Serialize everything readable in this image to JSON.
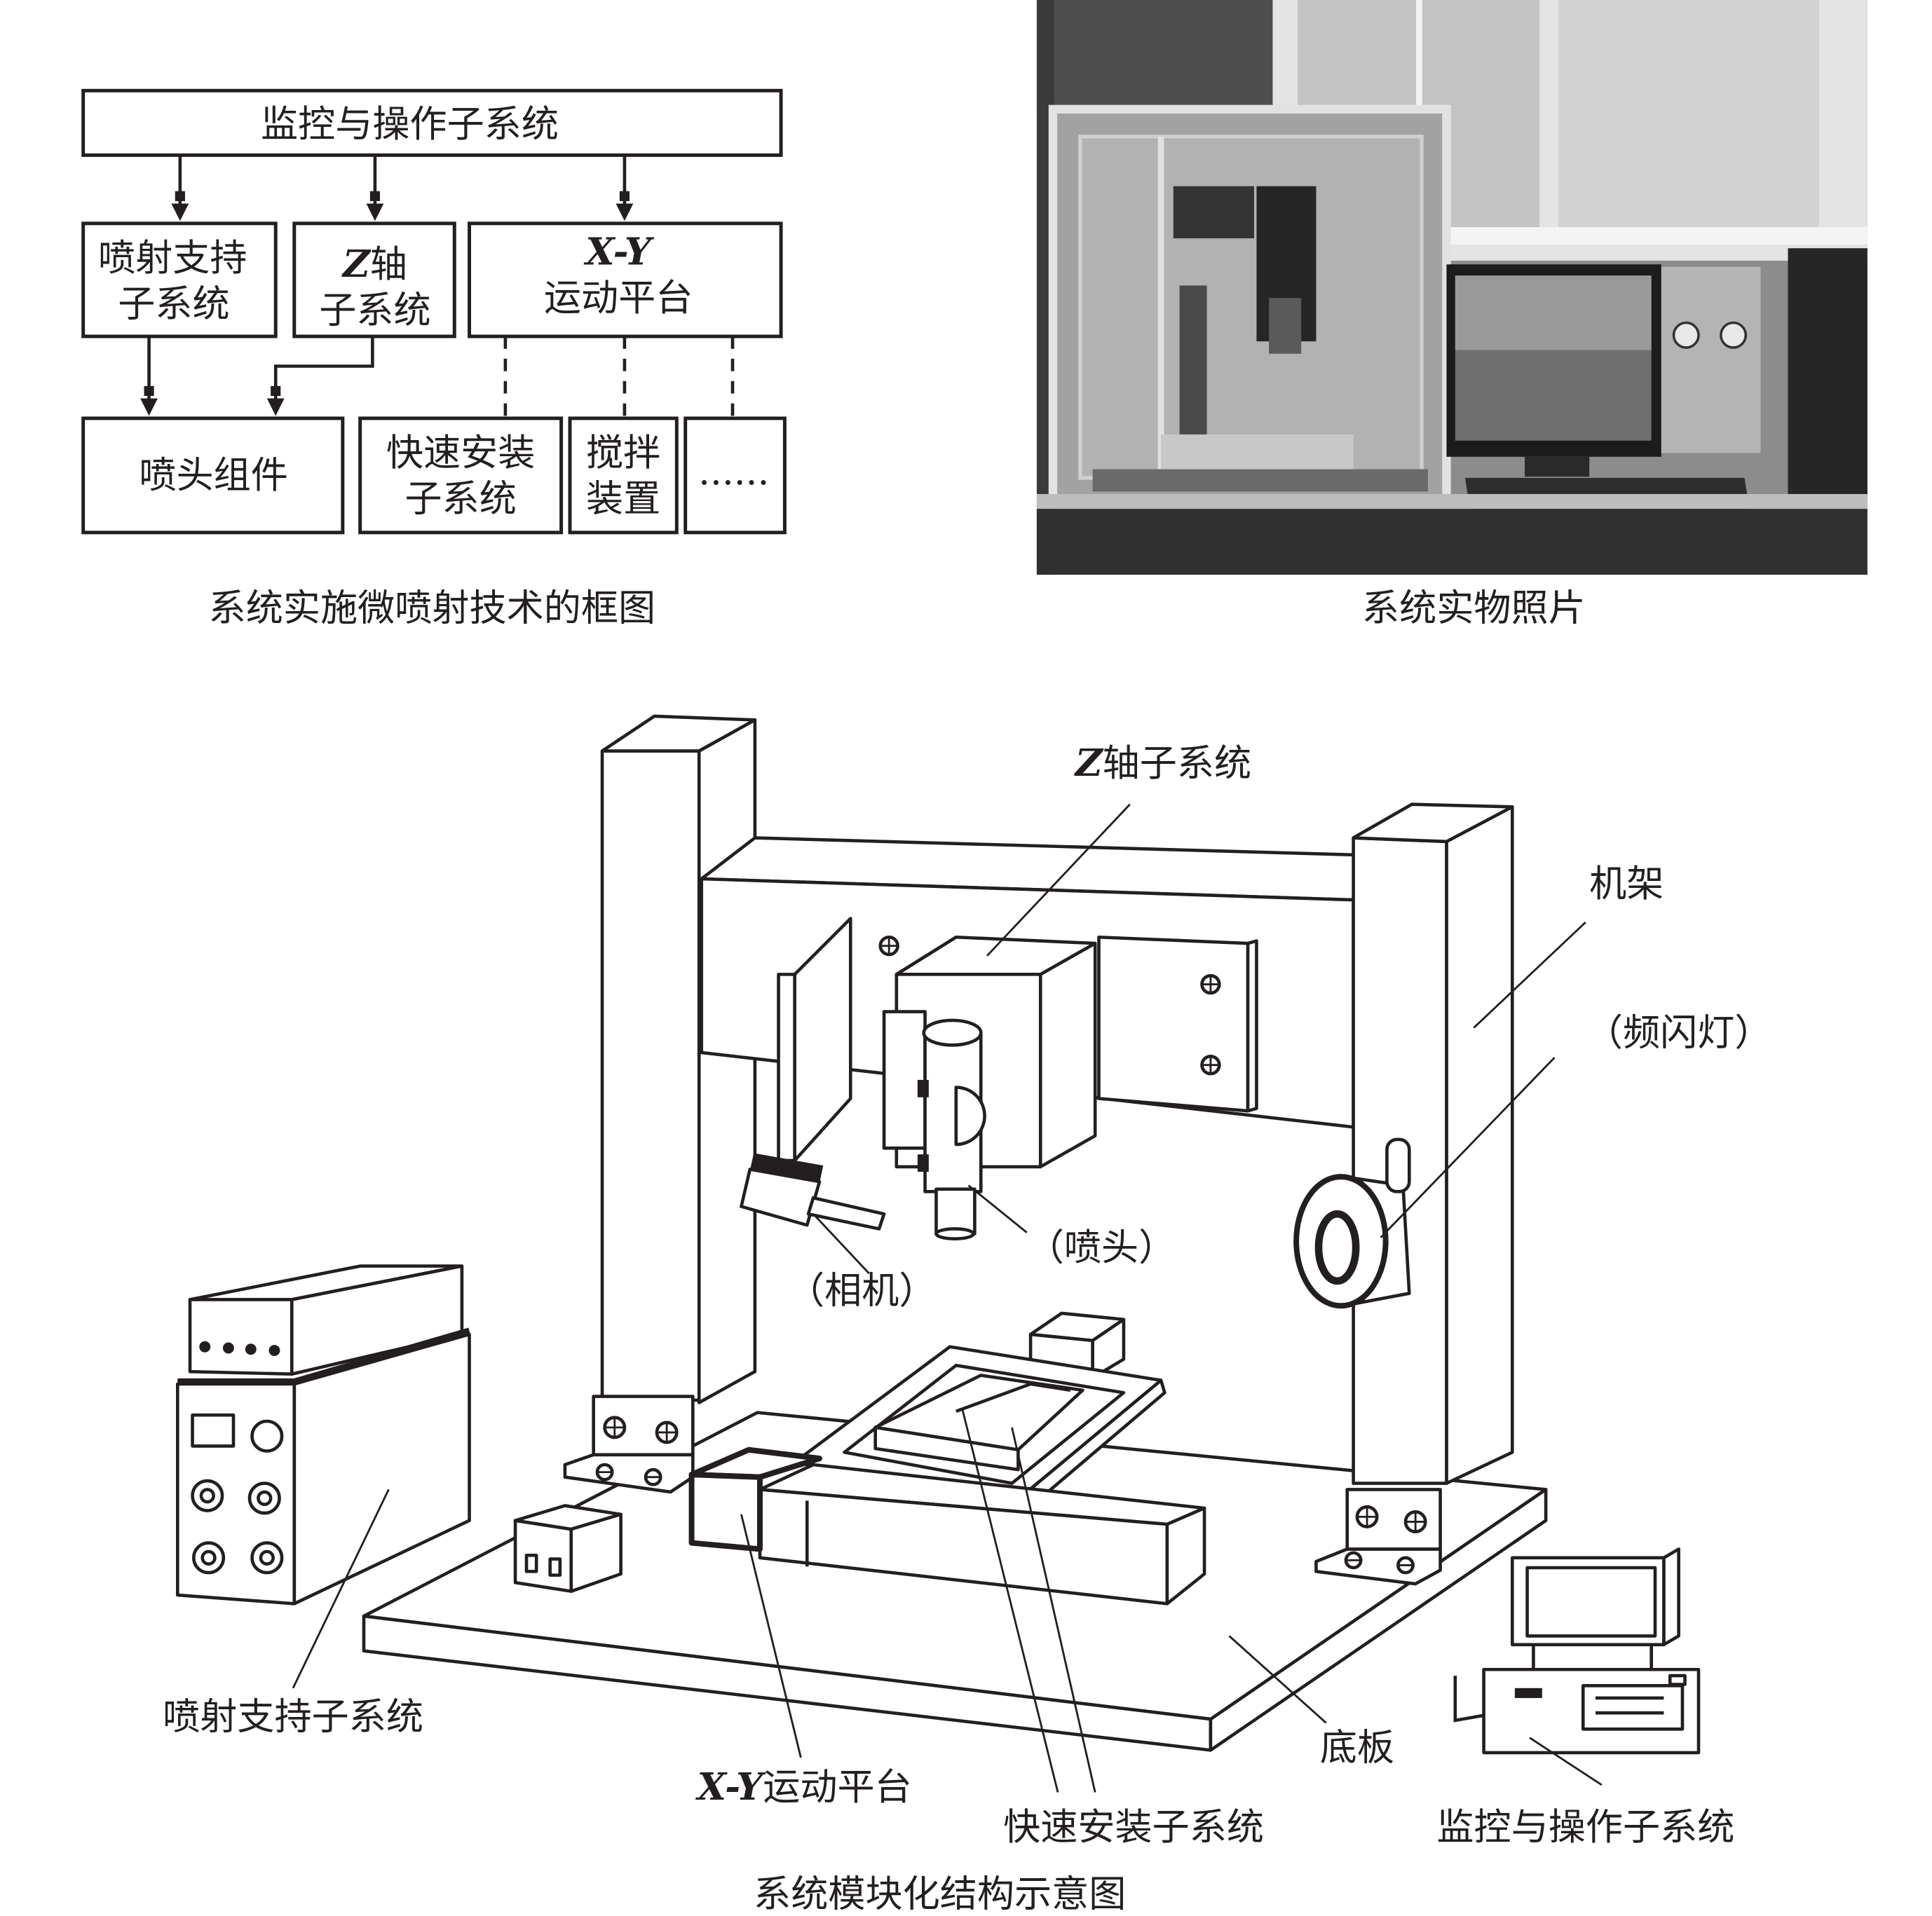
{
  "block_diagram": {
    "top_box": "监控与操作子系统",
    "jet_support": {
      "line1": "喷射支持",
      "line2": "子系统"
    },
    "z_axis": {
      "var": "Z",
      "rest": "轴",
      "line2": "子系统"
    },
    "xy_stage": {
      "var": "X-Y",
      "line2": "运动平台"
    },
    "nozzle_assembly": "喷头组件",
    "quick_mount": {
      "line1": "快速安装",
      "line2": "子系统"
    },
    "stirrer": {
      "line1": "搅拌",
      "line2": "装置"
    },
    "more": "......",
    "caption": "系统实施微喷射技术的框图"
  },
  "photo": {
    "caption": "系统实物照片"
  },
  "schematic": {
    "labels": {
      "z_axis": {
        "var": "Z",
        "rest": "轴子系统"
      },
      "frame": "机架",
      "strobe": "（频闪灯）",
      "nozzle": "（喷头）",
      "camera": "（相机）",
      "jet_support": "喷射支持子系统",
      "xy_stage": {
        "var": "X-Y",
        "rest": "运动平台"
      },
      "base_plate": "底板",
      "quick_mount": "快速安装子系统",
      "monitor_control": "监控与操作子系统"
    },
    "caption": "系统模块化结构示意图"
  },
  "colors": {
    "ink": "#231f20",
    "background": "#ffffff"
  }
}
